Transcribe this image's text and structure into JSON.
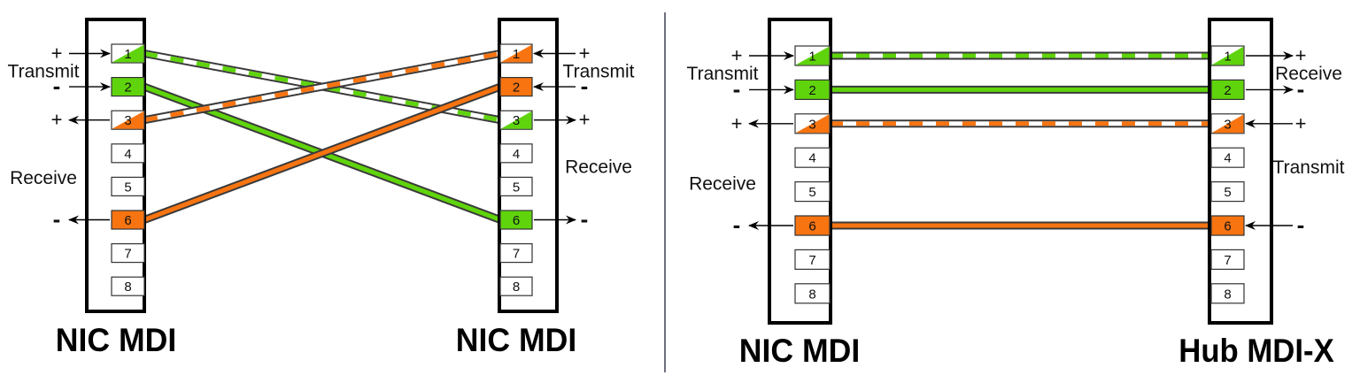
{
  "colors": {
    "green": "#5fd40c",
    "orange": "#f77411",
    "wire_outline": "#3a3a3a",
    "divider": "#3d4250"
  },
  "pin_numbers": [
    "1",
    "2",
    "3",
    "4",
    "5",
    "6",
    "7",
    "8"
  ],
  "diagrams": [
    {
      "name": "crossover",
      "left_device": {
        "title": "NIC MDI",
        "group_labels": {
          "top": "Transmit",
          "bottom": "Receive"
        },
        "signals": [
          {
            "pin": "1",
            "sign": "+",
            "dir": "in"
          },
          {
            "pin": "2",
            "sign": "-",
            "dir": "in"
          },
          {
            "pin": "3",
            "sign": "+",
            "dir": "out"
          },
          {
            "pin": "6",
            "sign": "-",
            "dir": "out"
          }
        ],
        "pin_fill": {
          "1": "green-half",
          "2": "green",
          "3": "orange-half",
          "6": "orange"
        }
      },
      "right_device": {
        "title": "NIC MDI",
        "group_labels": {
          "top": "Transmit",
          "bottom": "Receive"
        },
        "signals": [
          {
            "pin": "1",
            "sign": "+",
            "dir": "in"
          },
          {
            "pin": "2",
            "sign": "-",
            "dir": "in"
          },
          {
            "pin": "3",
            "sign": "+",
            "dir": "out"
          },
          {
            "pin": "6",
            "sign": "-",
            "dir": "out"
          }
        ],
        "pin_fill": {
          "1": "orange-half",
          "2": "orange",
          "3": "green-half",
          "6": "green"
        }
      },
      "wires": [
        {
          "from": "1",
          "to": "3",
          "color": "green",
          "striped": true
        },
        {
          "from": "2",
          "to": "6",
          "color": "green",
          "striped": false
        },
        {
          "from": "3",
          "to": "1",
          "color": "orange",
          "striped": true
        },
        {
          "from": "6",
          "to": "2",
          "color": "orange",
          "striped": false
        }
      ]
    },
    {
      "name": "straight-through",
      "left_device": {
        "title": "NIC MDI",
        "group_labels": {
          "top": "Transmit",
          "bottom": "Receive"
        },
        "signals": [
          {
            "pin": "1",
            "sign": "+",
            "dir": "in"
          },
          {
            "pin": "2",
            "sign": "-",
            "dir": "in"
          },
          {
            "pin": "3",
            "sign": "+",
            "dir": "out"
          },
          {
            "pin": "6",
            "sign": "-",
            "dir": "out"
          }
        ],
        "pin_fill": {
          "1": "green-half",
          "2": "green",
          "3": "orange-half",
          "6": "orange"
        }
      },
      "right_device": {
        "title": "Hub MDI-X",
        "group_labels": {
          "top": "Receive",
          "bottom": "Transmit"
        },
        "signals": [
          {
            "pin": "1",
            "sign": "+",
            "dir": "out"
          },
          {
            "pin": "2",
            "sign": "-",
            "dir": "out"
          },
          {
            "pin": "3",
            "sign": "+",
            "dir": "in"
          },
          {
            "pin": "6",
            "sign": "-",
            "dir": "in"
          }
        ],
        "pin_fill": {
          "1": "green-half",
          "2": "green",
          "3": "orange-half",
          "6": "orange"
        }
      },
      "wires": [
        {
          "from": "1",
          "to": "1",
          "color": "green",
          "striped": true
        },
        {
          "from": "2",
          "to": "2",
          "color": "green",
          "striped": false
        },
        {
          "from": "3",
          "to": "3",
          "color": "orange",
          "striped": true
        },
        {
          "from": "6",
          "to": "6",
          "color": "orange",
          "striped": false
        }
      ]
    }
  ]
}
